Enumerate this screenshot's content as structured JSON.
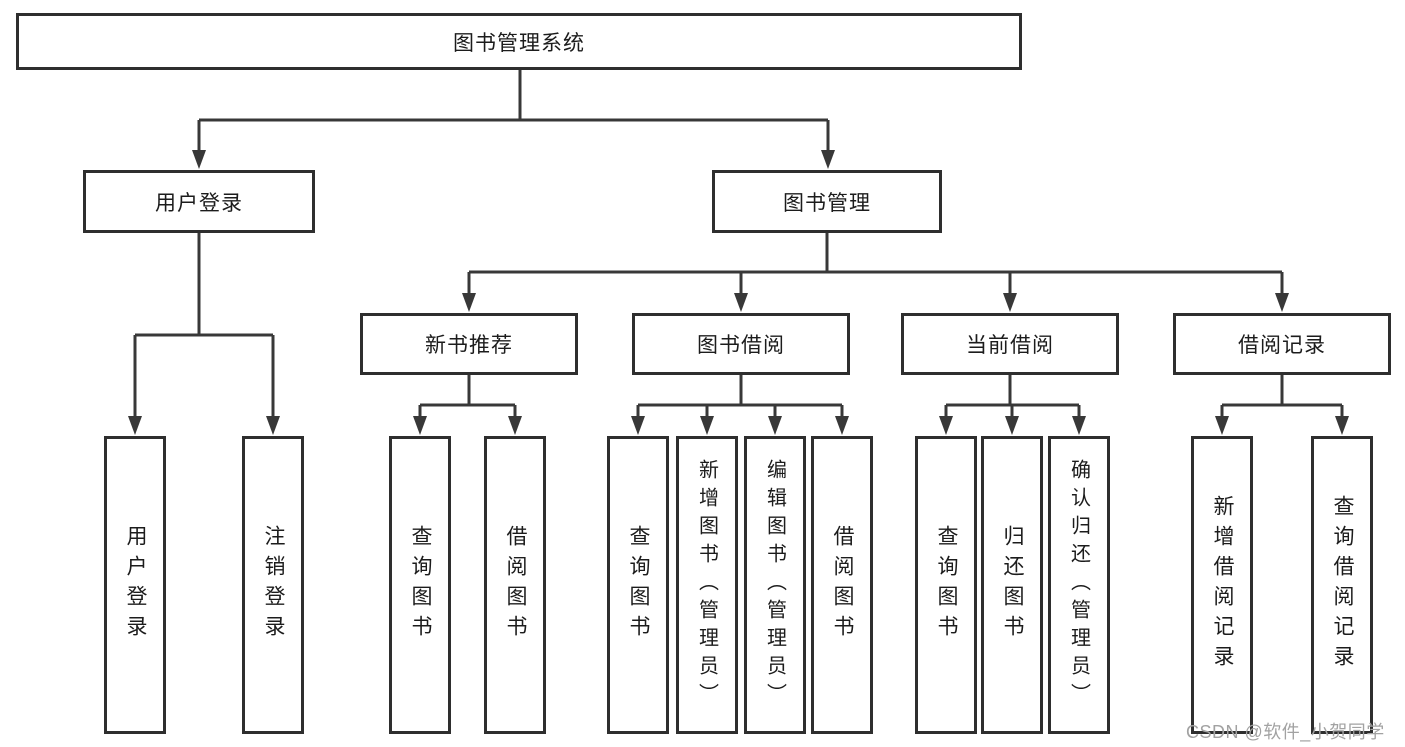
{
  "diagram": {
    "root": {
      "label": "图书管理系统"
    },
    "level2": [
      {
        "label": "用户登录"
      },
      {
        "label": "图书管理"
      }
    ],
    "level3": [
      {
        "label": "新书推荐",
        "parent": "图书管理"
      },
      {
        "label": "图书借阅",
        "parent": "图书管理"
      },
      {
        "label": "当前借阅",
        "parent": "图书管理"
      },
      {
        "label": "借阅记录",
        "parent": "图书管理"
      }
    ],
    "leaves": [
      {
        "label": "用户登录",
        "parent": "用户登录"
      },
      {
        "label": "注销登录",
        "parent": "用户登录"
      },
      {
        "label": "查询图书",
        "parent": "新书推荐"
      },
      {
        "label": "借阅图书",
        "parent": "新书推荐"
      },
      {
        "label": "查询图书",
        "parent": "图书借阅"
      },
      {
        "label": "新增图书（管理员）",
        "parent": "图书借阅"
      },
      {
        "label": "编辑图书（管理员）",
        "parent": "图书借阅"
      },
      {
        "label": "借阅图书",
        "parent": "图书借阅"
      },
      {
        "label": "查询图书",
        "parent": "当前借阅"
      },
      {
        "label": "归还图书",
        "parent": "当前借阅"
      },
      {
        "label": "确认归还（管理员）",
        "parent": "当前借阅"
      },
      {
        "label": "新增借阅记录",
        "parent": "借阅记录"
      },
      {
        "label": "查询借阅记录",
        "parent": "借阅记录"
      }
    ]
  },
  "watermark": {
    "text": "CSDN @软件_小贺同学"
  },
  "colors": {
    "line": "#383838",
    "box_border": "#2e2e2e",
    "text": "#1c1c1c",
    "watermark": "#a2a2a2",
    "background": "#ffffff"
  }
}
